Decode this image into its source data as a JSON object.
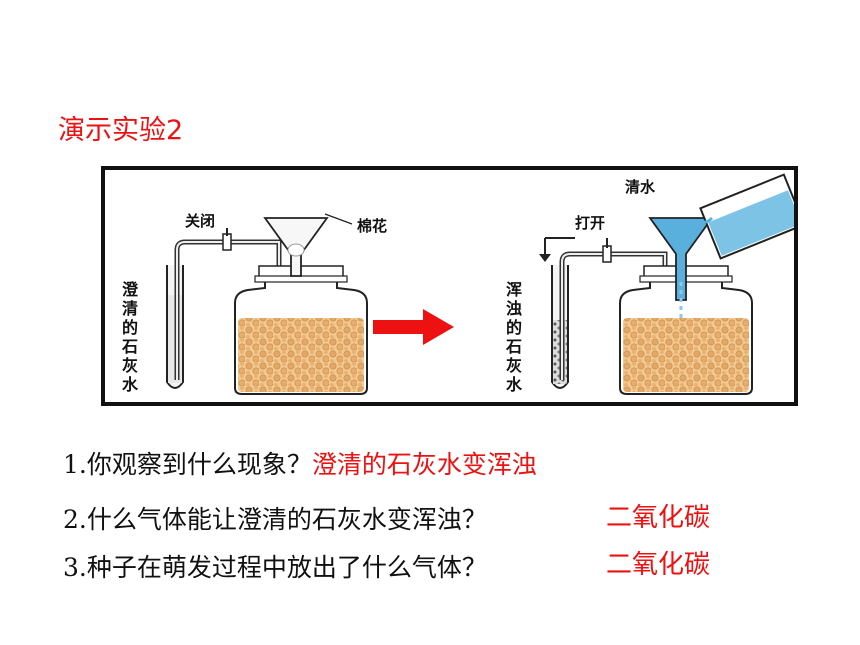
{
  "title": "演示实验2",
  "figure": {
    "left_setup": {
      "valve_label": "关闭",
      "funnel_label": "棉花",
      "tube_label": "澄清的石灰水"
    },
    "right_setup": {
      "water_label": "清水",
      "valve_label": "打开",
      "tube_label": "浑浊的石灰水"
    },
    "arrow_color": "#ee1111",
    "seed_color": "#e9b57f",
    "water_color": "#5ab0dc"
  },
  "questions": [
    {
      "number": "1.",
      "text": "你观察到什么现象？",
      "answer": "澄清的石灰水变浑浊"
    },
    {
      "number": "2.",
      "text": "什么气体能让澄清的石灰水变浑浊？",
      "answer": "二氧化碳"
    },
    {
      "number": "3.",
      "text": "种子在萌发过程中放出了什么气体？",
      "answer": "二氧化碳"
    }
  ]
}
